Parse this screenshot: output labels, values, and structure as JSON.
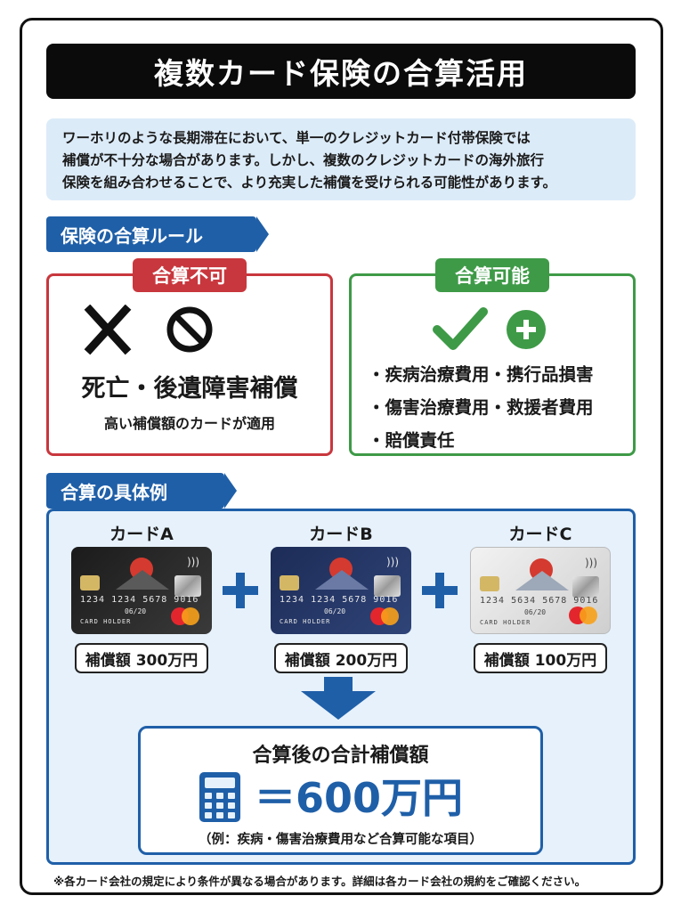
{
  "title": "複数カード保険の合算活用",
  "intro": [
    "ワーホリのような長期滞在において、単一のクレジットカード付帯保険では",
    "補償が不十分な場合があります。しかし、複数のクレジットカードの海外旅行",
    "保険を組み合わせることで、より充実した補償を受けられる可能性があります。"
  ],
  "rules": {
    "label": "保険の合算ルール",
    "not_combinable": {
      "tag": "合算不可",
      "icons": [
        "cross-icon",
        "prohibited-icon"
      ],
      "main": "死亡・後遺障害補償",
      "sub": "高い補償額のカードが適用"
    },
    "combinable": {
      "tag": "合算可能",
      "icons": [
        "check-icon",
        "plus-circle-icon"
      ],
      "items": [
        "・疾病治療費用・携行品損害",
        "・傷害治療費用・救援者費用",
        "・賠償責任"
      ]
    }
  },
  "example": {
    "label": "合算の具体例",
    "cards": [
      {
        "name": "カードA",
        "amount": "補償額 300万円",
        "number": "1234  1234  5678  9016",
        "expiry": "06/20",
        "holder": "CARD  HOLDER",
        "style": "black"
      },
      {
        "name": "カードB",
        "amount": "補償額 200万円",
        "number": "1234  1234  5678  9016",
        "expiry": "06/20",
        "holder": "CARD  HOLDER",
        "style": "navy"
      },
      {
        "name": "カードC",
        "amount": "補償額 100万円",
        "number": "1234  5634  5678  9016",
        "expiry": "06/20",
        "holder": "CARD  HOLDER",
        "style": "silver"
      }
    ],
    "total_title": "合算後の合計補償額",
    "total_value": "＝600万円",
    "total_note": "（例：疾病・傷害治療費用など合算可能な項目）"
  },
  "footnote": "※各カード会社の規定により条件が異なる場合があります。詳細は各カード会社の規約をご確認ください。",
  "colors": {
    "accent_blue": "#1f5fa8",
    "ng_red": "#c8373d",
    "ok_green": "#3e9a47",
    "panel_blue": "#e6f1fb",
    "intro_blue": "#dcebf8"
  }
}
